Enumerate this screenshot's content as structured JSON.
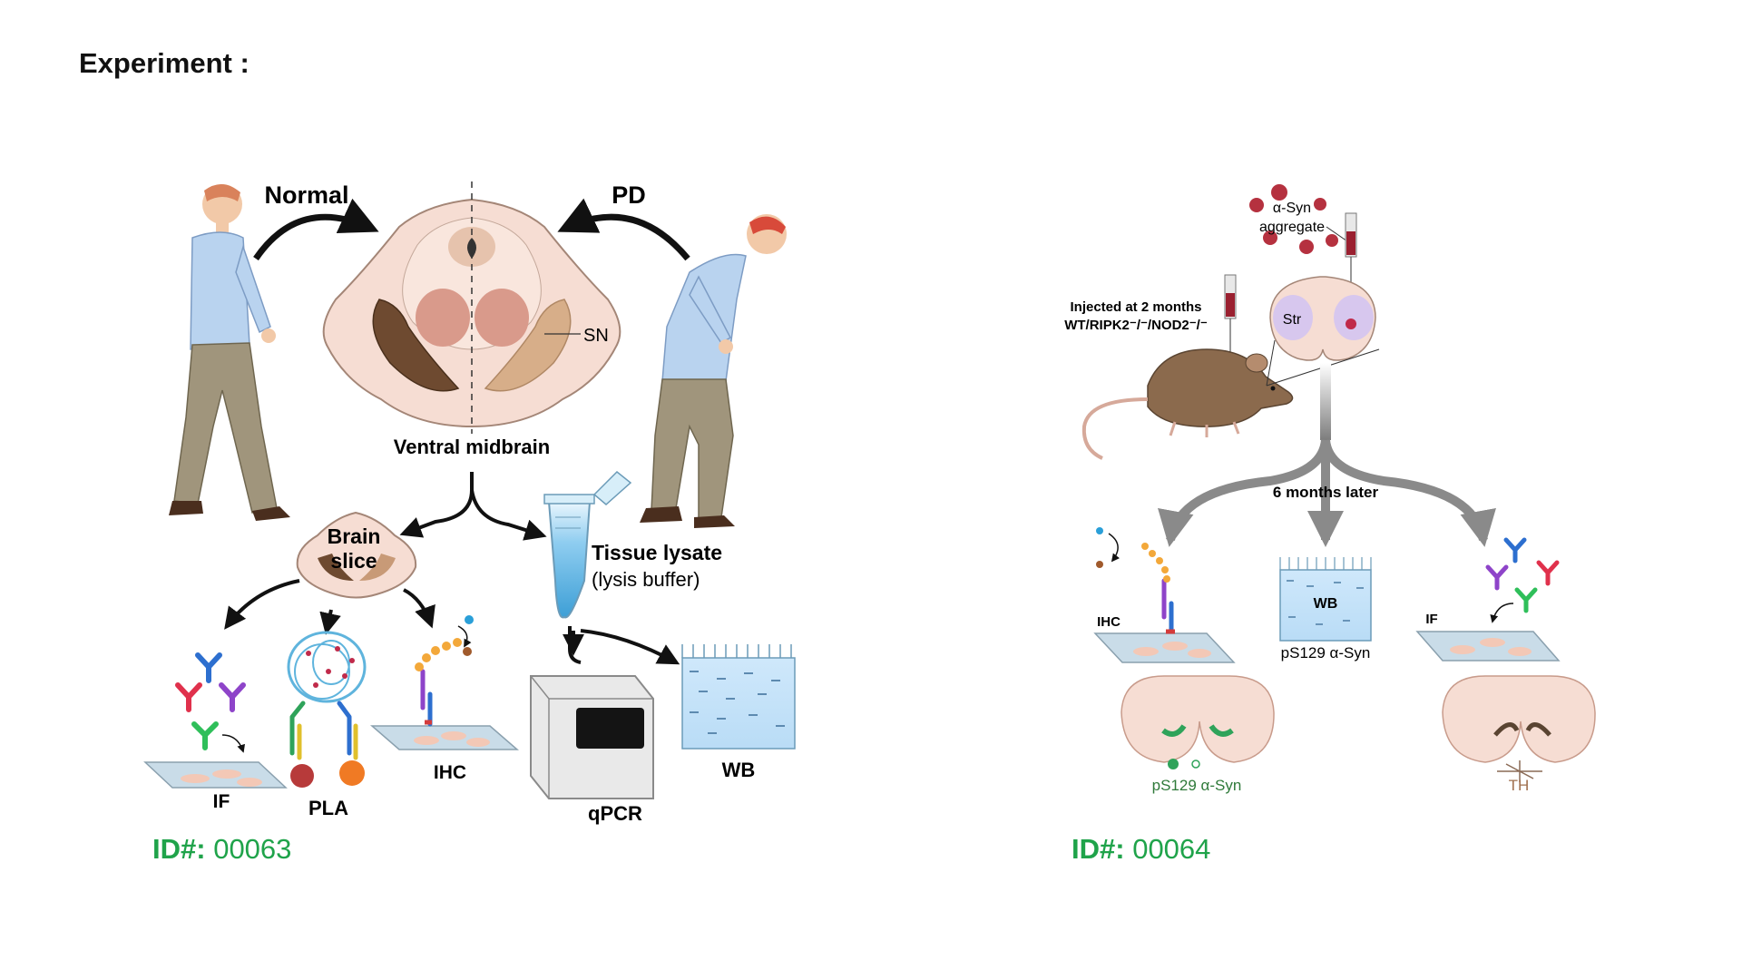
{
  "header": {
    "title": "Experiment :"
  },
  "left": {
    "normal": "Normal",
    "pd": "PD",
    "sn": "SN",
    "ventral_midbrain": "Ventral midbrain",
    "brain_slice": [
      "Brain",
      "slice"
    ],
    "tissue_lysate": "Tissue lysate",
    "lysis_buffer": "(lysis buffer)",
    "methods": {
      "if": "IF",
      "pla": "PLA",
      "ihc": "IHC",
      "qpcr": "qPCR",
      "wb": "WB"
    },
    "id_prefix": "ID#:",
    "id_number": "00063"
  },
  "right": {
    "aggregate": [
      "α-Syn",
      "aggregate"
    ],
    "injected": "Injected at 2 months",
    "genotype": "WT/RIPK2⁻/⁻/NOD2⁻/⁻",
    "str": "Str",
    "later": "6 months later",
    "ihc": "IHC",
    "wb": "WB",
    "if": "IF",
    "ps129_wb": "pS129 α-Syn",
    "ps129_ihc": "pS129 α-Syn",
    "th": "TH",
    "id_prefix": "ID#:",
    "id_number": "00064"
  },
  "colors": {
    "id_green": "#1fa34a",
    "arrow_gray": "#8a8a8a",
    "tissue_pink": "#f6ddd3"
  }
}
